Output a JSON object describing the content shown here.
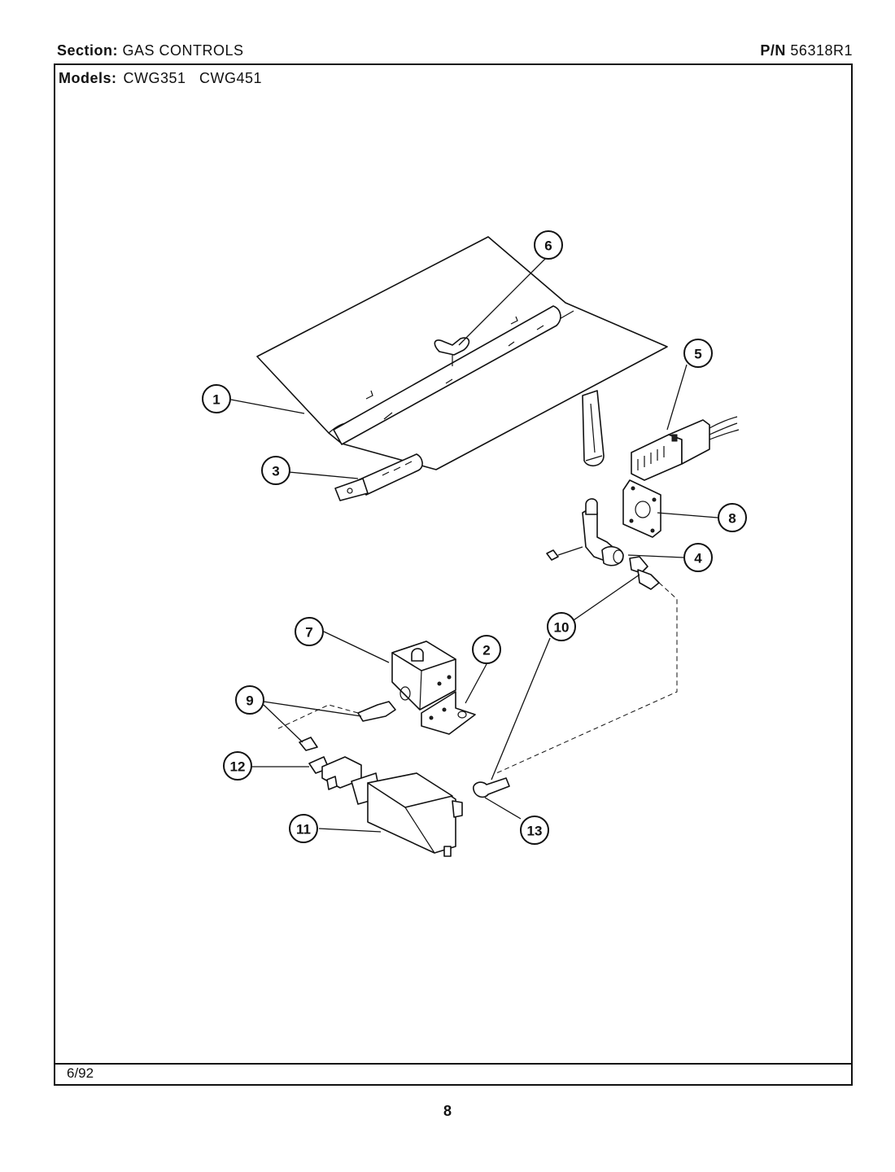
{
  "header": {
    "section_label": "Section:",
    "section_value": "GAS CONTROLS",
    "pn_label": "P/N",
    "pn_value": "56318R1",
    "models_label": "Models:",
    "models_value": "CWG351   CWG451"
  },
  "footer": {
    "date": "6/92",
    "page_number": "8"
  },
  "callouts": [
    "1",
    "2",
    "3",
    "4",
    "5",
    "6",
    "7",
    "8",
    "9",
    "10",
    "11",
    "12",
    "13"
  ]
}
